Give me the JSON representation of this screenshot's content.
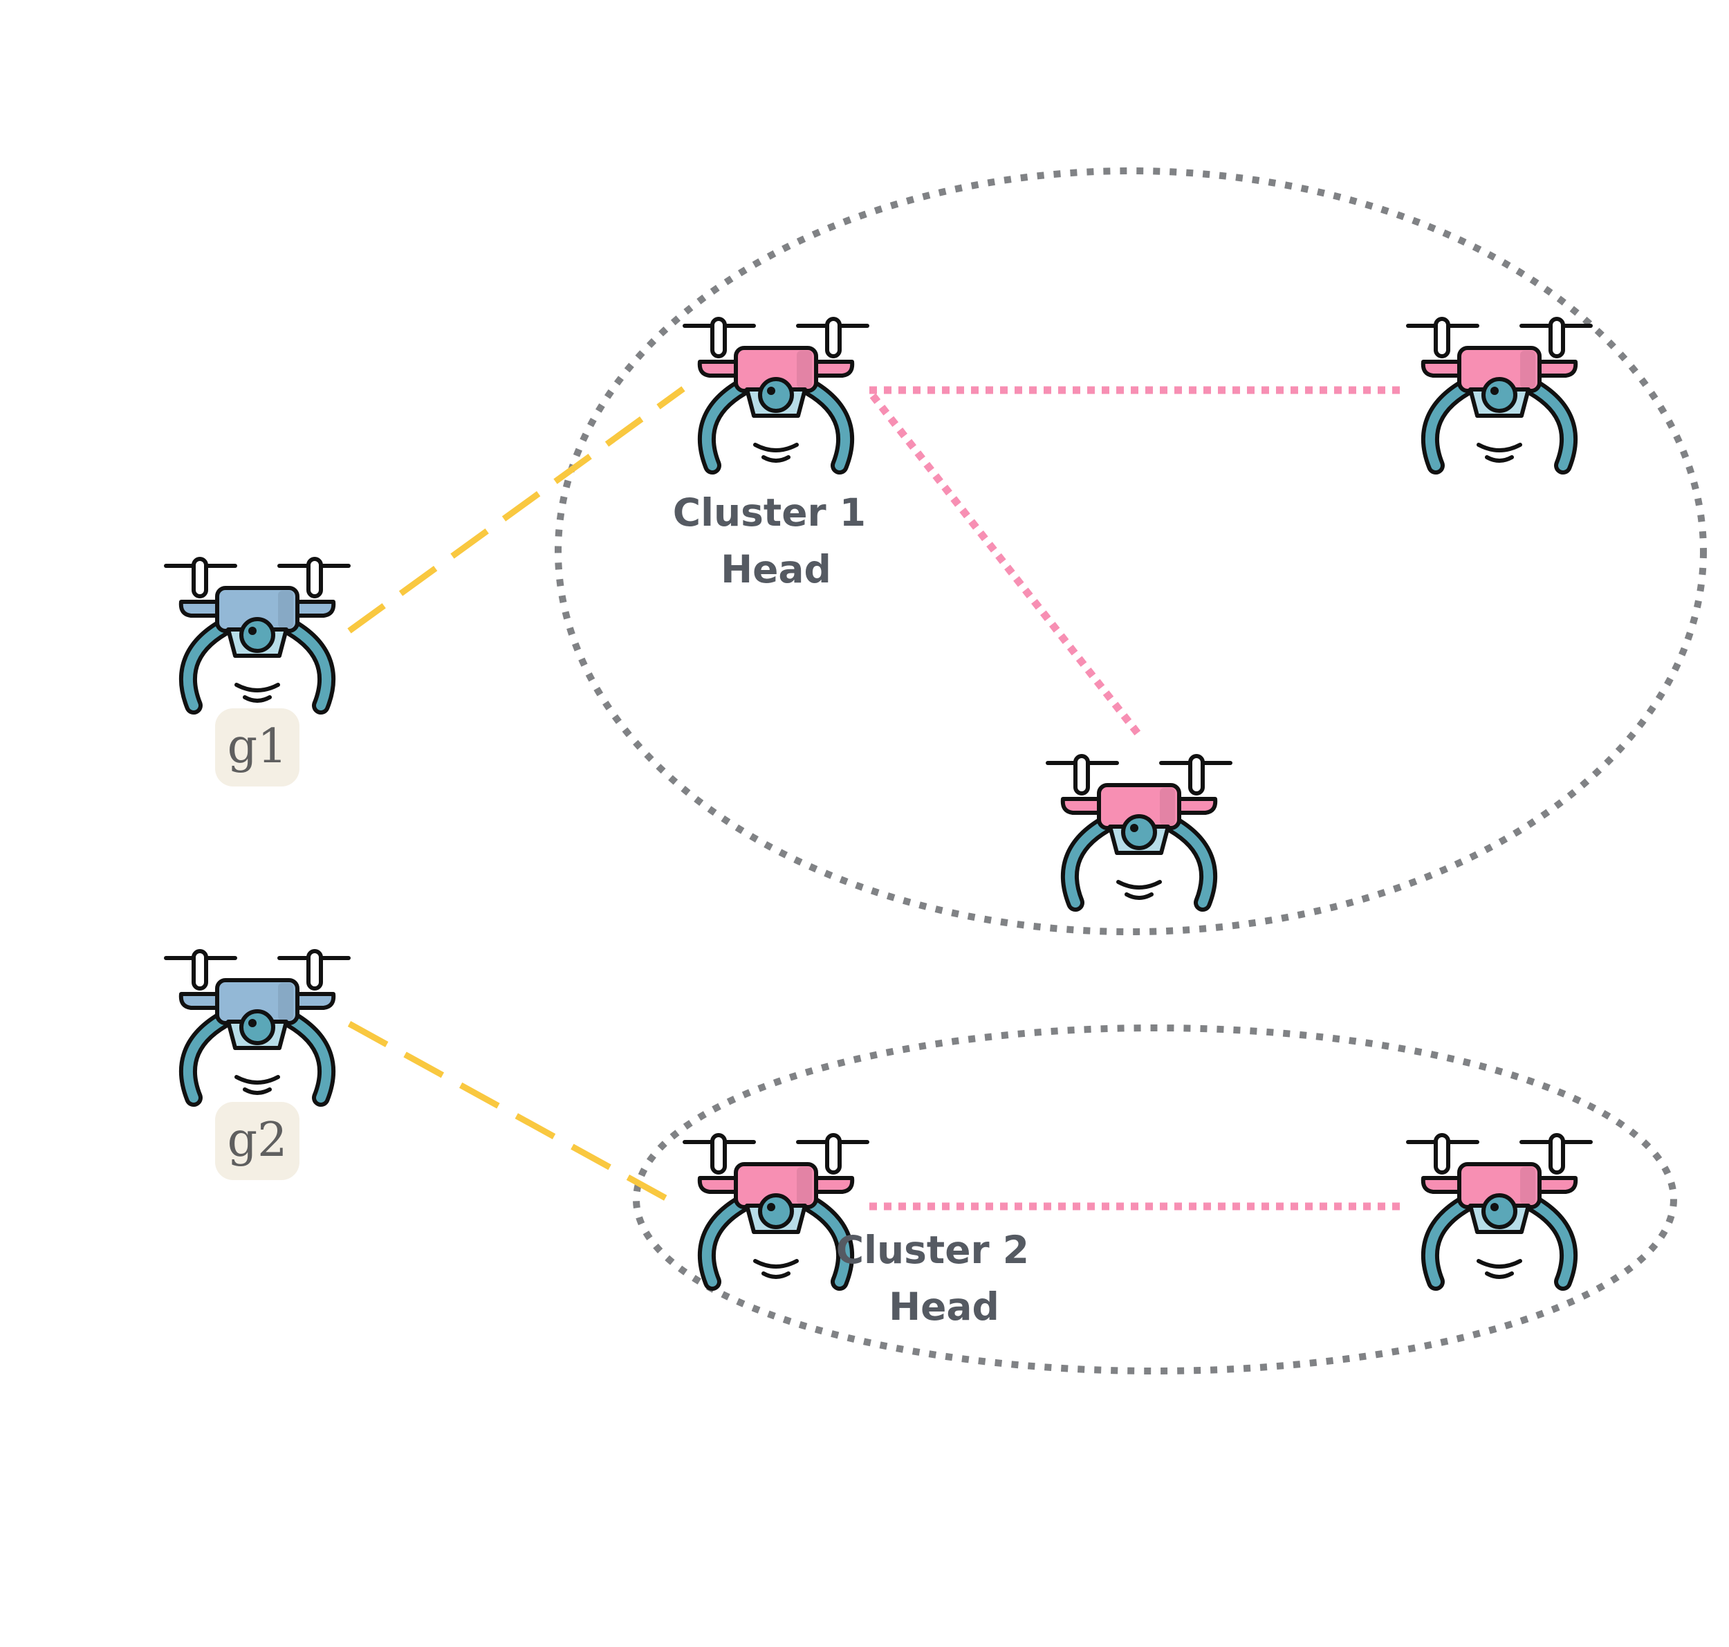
{
  "colors": {
    "background": "#ffffff",
    "cluster_boundary": "#808285",
    "gateway_link": "#f9c840",
    "cluster_link": "#f78fb3",
    "gateway_drone_body": "#93b8d6",
    "member_drone_body": "#f78fb3",
    "drone_legs": "#5ba7b8",
    "drone_camera": "#b7dde8",
    "gateway_badge_bg": "#f4efe4",
    "label_text": "#555a62",
    "badge_text": "#5f5f5f",
    "outline": "#111111"
  },
  "icons": {
    "drone": "drone-icon"
  },
  "gateways": [
    {
      "id": "g1",
      "label": "g1"
    },
    {
      "id": "g2",
      "label": "g2"
    }
  ],
  "clusters": [
    {
      "id": "cluster-1",
      "head_label_line1": "Cluster 1",
      "head_label_line2": "Head",
      "member_count": 2
    },
    {
      "id": "cluster-2",
      "head_label_line1": "Cluster 2",
      "head_label_line2": "Head",
      "member_count": 1
    }
  ],
  "links": [
    {
      "from": "g1",
      "to": "cluster-1-head",
      "style": "dashed",
      "kind": "gateway_link"
    },
    {
      "from": "g2",
      "to": "cluster-2-head",
      "style": "dashed",
      "kind": "gateway_link"
    },
    {
      "from": "cluster-1-head",
      "to": "cluster-1-member-1",
      "style": "dotted",
      "kind": "cluster_link"
    },
    {
      "from": "cluster-1-head",
      "to": "cluster-1-member-2",
      "style": "dotted",
      "kind": "cluster_link"
    },
    {
      "from": "cluster-2-head",
      "to": "cluster-2-member-1",
      "style": "dotted",
      "kind": "cluster_link"
    }
  ]
}
